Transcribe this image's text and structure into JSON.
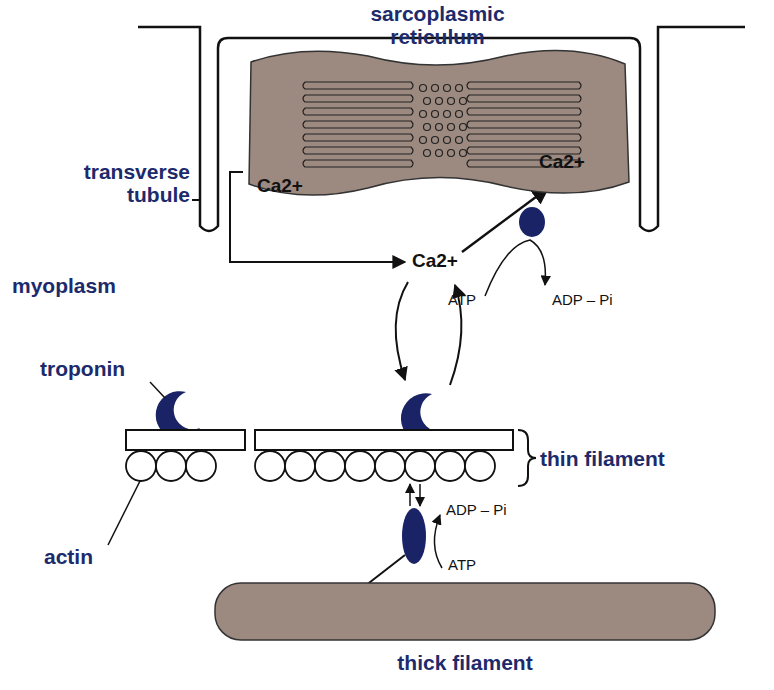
{
  "diagram": {
    "nodes": [
      {
        "text": [
          "sarcoplasmic reticulum",
          "Ca2+",
          "Ca2+"
        ]
      },
      {
        "text": [
          "thick filament"
        ]
      }
    ],
    "labels": [
      "transverse tubule",
      "myoplasm",
      "Ca2+",
      "ATP",
      "ADP – Pi",
      "troponin",
      "actin",
      "thin filament",
      "ADP – Pi",
      "ATP"
    ]
  }
}
